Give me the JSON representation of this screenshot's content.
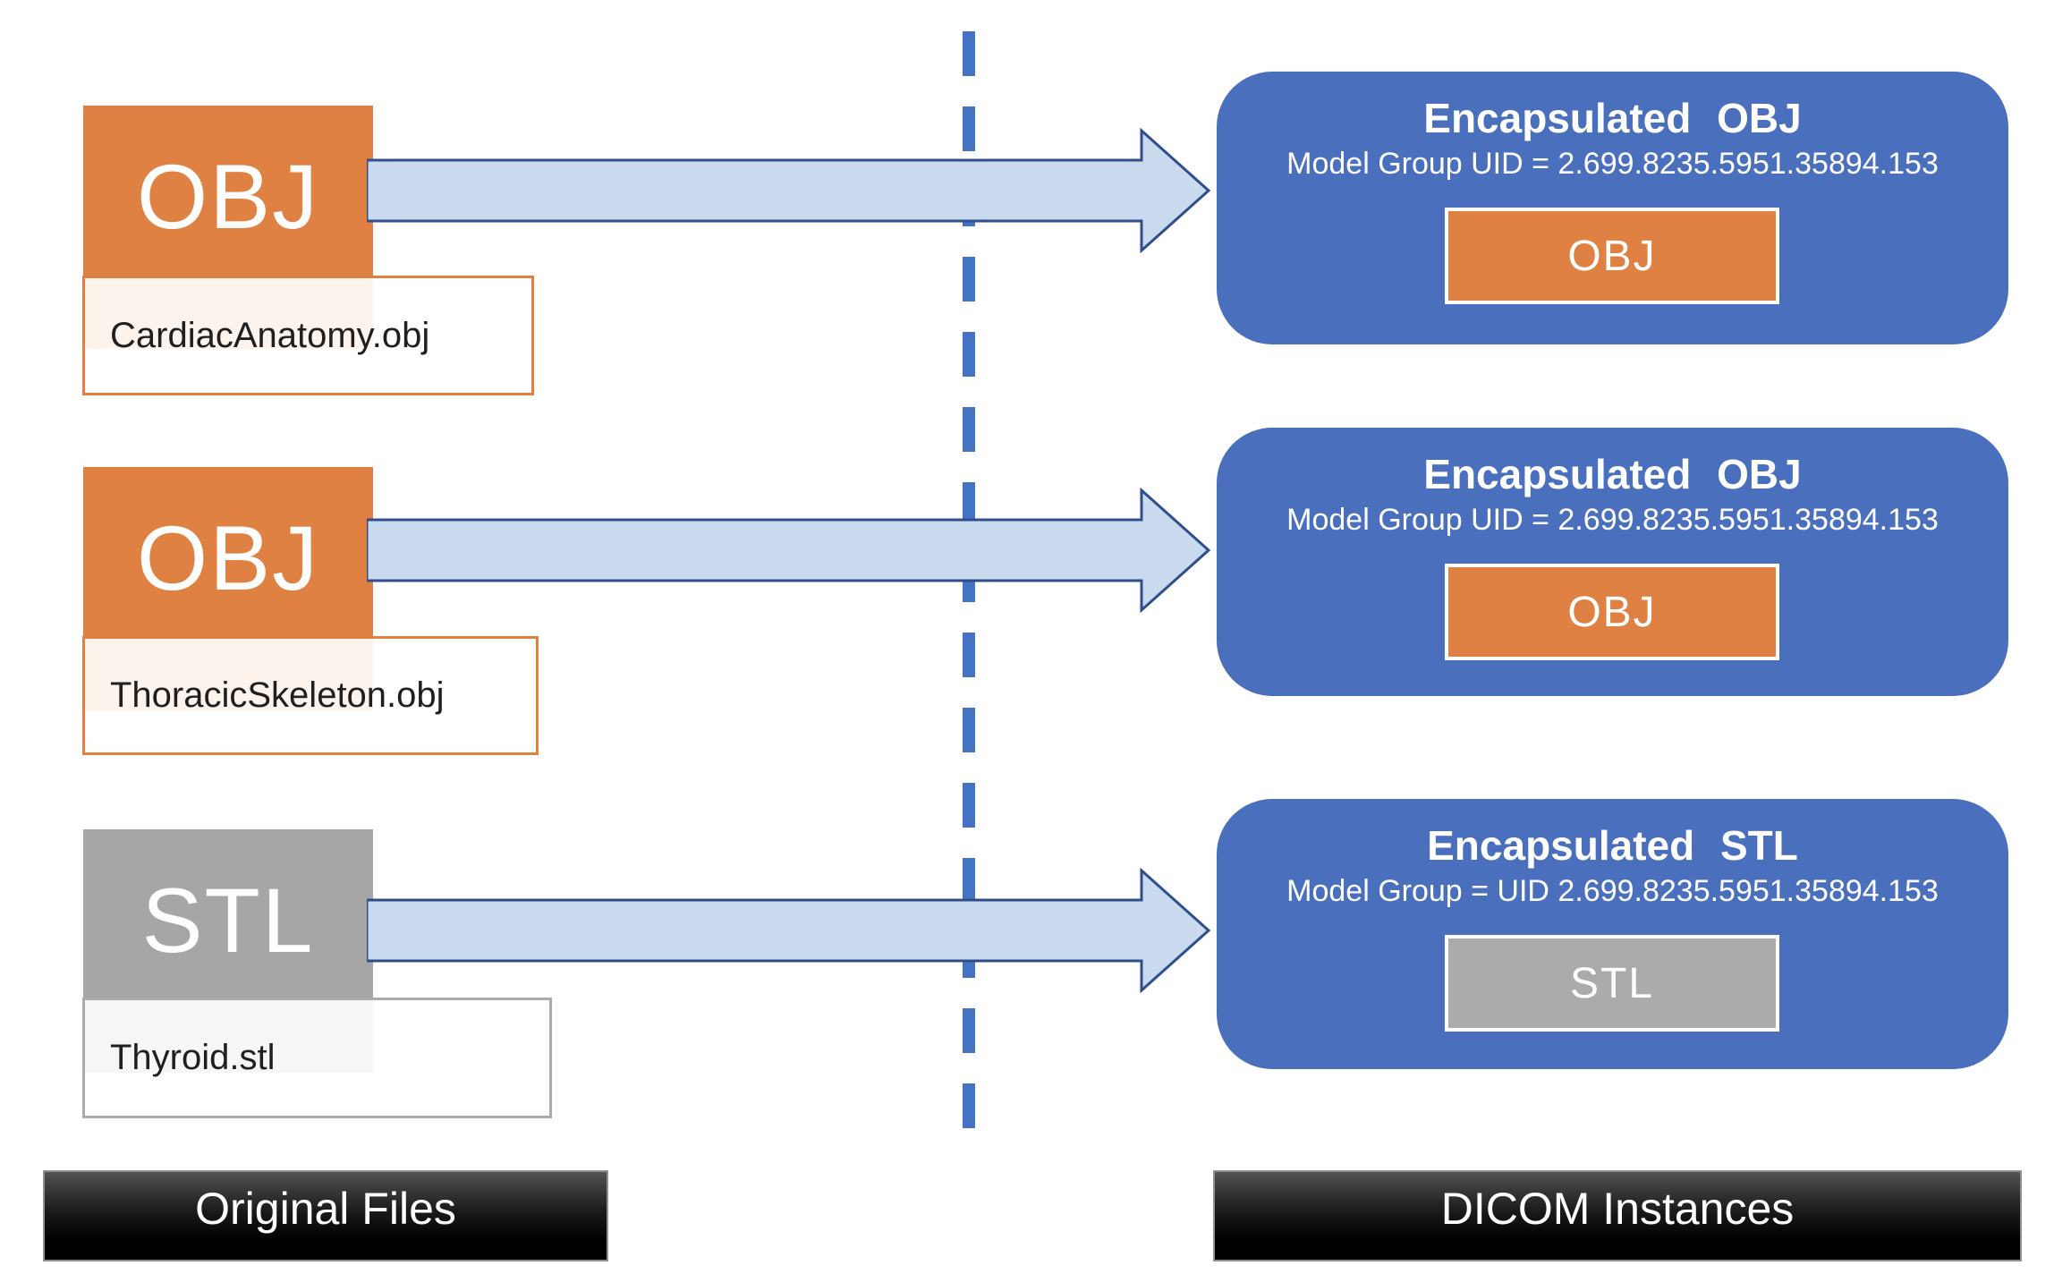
{
  "left": {
    "files": [
      {
        "type_label": "OBJ",
        "filename": "CardiacAnatomy.obj"
      },
      {
        "type_label": "OBJ",
        "filename": "ThoracicSkeleton.obj"
      },
      {
        "type_label": "STL",
        "filename": "Thyroid.stl"
      }
    ],
    "footer_label": "Original Files"
  },
  "right": {
    "instances": [
      {
        "title": "Encapsulated OBJ",
        "uid_line": "Model Group UID = 2.699.8235.5951.35894.153",
        "inner_label": "OBJ"
      },
      {
        "title": "Encapsulated OBJ",
        "uid_line": "Model Group UID = 2.699.8235.5951.35894.153",
        "inner_label": "OBJ"
      },
      {
        "title": "Encapsulated STL",
        "uid_line": "Model Group = UID 2.699.8235.5951.35894.153",
        "inner_label": "STL"
      }
    ],
    "footer_label": "DICOM Instances"
  },
  "colors": {
    "obj_orange": "#DF8142",
    "label_orange": "#E08140",
    "stl_gray": "#A6A6A6",
    "instance_blue": "#4A6FBC",
    "arrow_fill": "#C9D9EE",
    "arrow_outline": "#314E8C",
    "divider_blue": "#4472C4"
  }
}
